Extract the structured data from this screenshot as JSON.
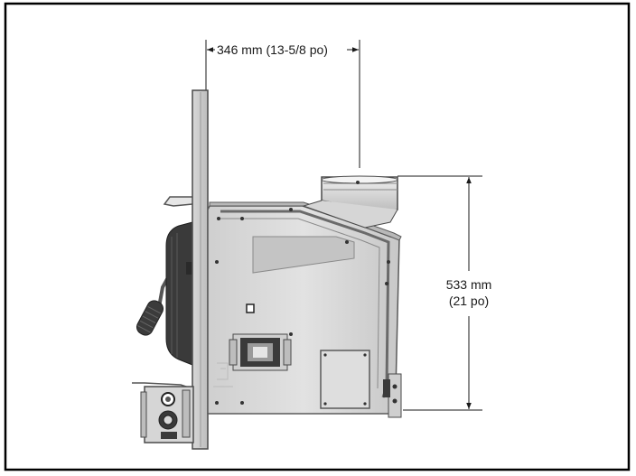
{
  "diagram": {
    "width_dimension": "346 mm (13-5/8 po)",
    "height_dimension_line1": "533 mm",
    "height_dimension_line2": "(21 po)"
  },
  "colors": {
    "frame": "#000000",
    "body_fill": "#dcdcdc",
    "body_stroke": "#5a5a5a",
    "dark_part": "#3a3a3a",
    "dim_line": "#1a1a1a"
  }
}
